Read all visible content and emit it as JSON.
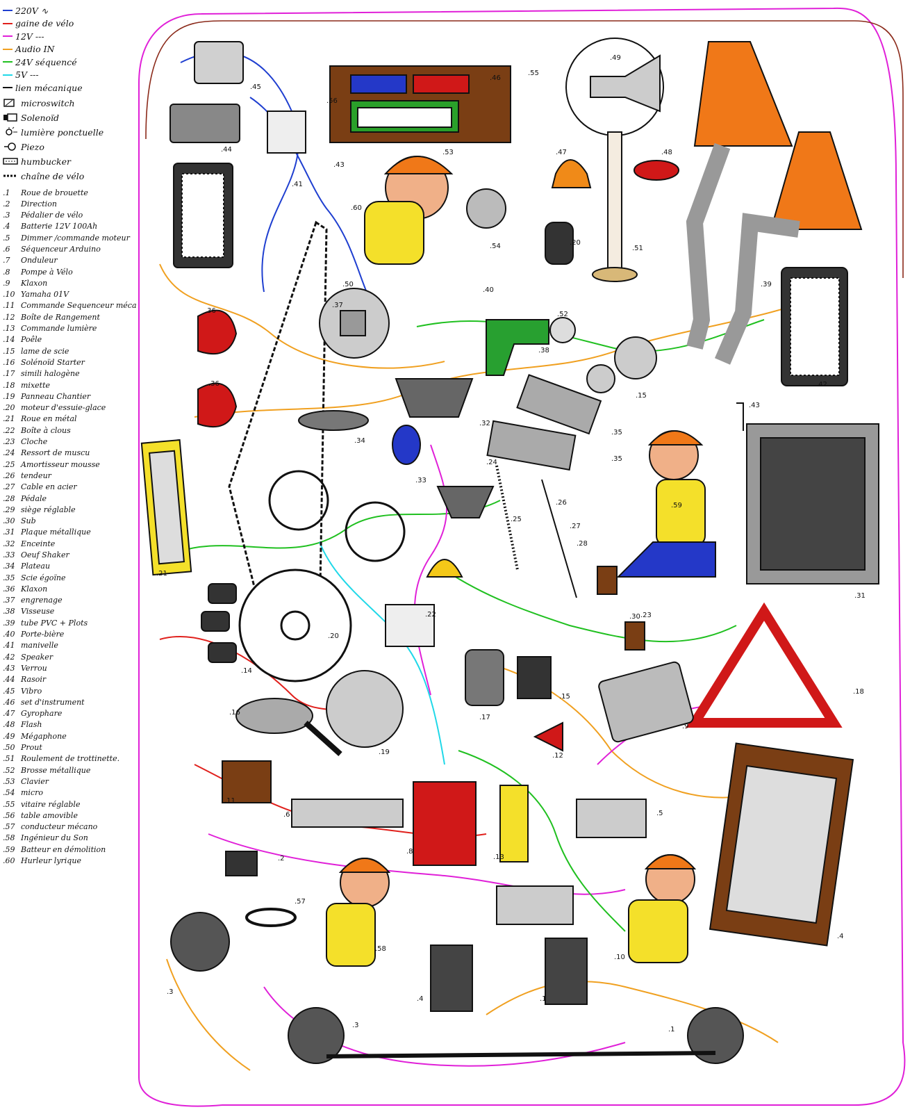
{
  "cable_legend": [
    {
      "label": "220V ∿",
      "color": "#1f3fd0"
    },
    {
      "label": "gaine de vélo",
      "color": "#e0201c"
    },
    {
      "label": "12V ---",
      "color": "#e020d8"
    },
    {
      "label": "Audio IN",
      "color": "#f0a020"
    },
    {
      "label": "24V séquencé",
      "color": "#20c020"
    },
    {
      "label": "5V ---",
      "color": "#20d8e8"
    },
    {
      "label": "lien mécanique",
      "color": "#111111"
    }
  ],
  "symbol_legend": [
    {
      "label": "microswitch",
      "icon": "microswitch-icon"
    },
    {
      "label": "Solenoïd",
      "icon": "solenoid-icon"
    },
    {
      "label": "lumière ponctuelle",
      "icon": "light-icon"
    },
    {
      "label": "Piezo",
      "icon": "piezo-icon"
    },
    {
      "label": "humbucker",
      "icon": "humbucker-icon"
    },
    {
      "label": "chaîne de vélo",
      "icon": "chain-icon"
    }
  ],
  "parts": [
    {
      "n": ".1",
      "label": "Roue de brouette"
    },
    {
      "n": ".2",
      "label": "Direction"
    },
    {
      "n": ".3",
      "label": "Pédalier de vélo"
    },
    {
      "n": ".4",
      "label": "Batterie 12V 100Ah"
    },
    {
      "n": ".5",
      "label": "Dimmer /commande moteur"
    },
    {
      "n": ".6",
      "label": "Séquenceur Arduino"
    },
    {
      "n": ".7",
      "label": "Onduleur"
    },
    {
      "n": ".8",
      "label": "Pompe à Vélo"
    },
    {
      "n": ".9",
      "label": "Klaxon"
    },
    {
      "n": ".10",
      "label": "Yamaha 01V"
    },
    {
      "n": ".11",
      "label": "Commande Sequenceur méca"
    },
    {
      "n": ".12",
      "label": "Boîte de Rangement"
    },
    {
      "n": ".13",
      "label": "Commande lumière"
    },
    {
      "n": ".14",
      "label": "Poêle"
    },
    {
      "n": ".15",
      "label": "lame de scie"
    },
    {
      "n": ".16",
      "label": "Solénoïd Starter"
    },
    {
      "n": ".17",
      "label": "simili halogène"
    },
    {
      "n": ".18",
      "label": "mixette"
    },
    {
      "n": ".19",
      "label": "Panneau Chantier"
    },
    {
      "n": ".20",
      "label": "moteur d'essuie-glace"
    },
    {
      "n": ".21",
      "label": "Roue en métal"
    },
    {
      "n": ".22",
      "label": "Boîte à clous"
    },
    {
      "n": ".23",
      "label": "Cloche"
    },
    {
      "n": ".24",
      "label": "Ressort de muscu"
    },
    {
      "n": ".25",
      "label": "Amortisseur mousse"
    },
    {
      "n": ".26",
      "label": "tendeur"
    },
    {
      "n": ".27",
      "label": "Cable en acier"
    },
    {
      "n": ".28",
      "label": "Pédale"
    },
    {
      "n": ".29",
      "label": "siège réglable"
    },
    {
      "n": ".30",
      "label": "Sub"
    },
    {
      "n": ".31",
      "label": "Plaque métallique"
    },
    {
      "n": ".32",
      "label": "Enceinte"
    },
    {
      "n": ".33",
      "label": "Oeuf Shaker"
    },
    {
      "n": ".34",
      "label": "Plateau"
    },
    {
      "n": ".35",
      "label": "Scie égoïne"
    },
    {
      "n": ".36",
      "label": "Klaxon"
    },
    {
      "n": ".37",
      "label": "engrenage"
    },
    {
      "n": ".38",
      "label": "Visseuse"
    },
    {
      "n": ".39",
      "label": "tube PVC + Plots"
    },
    {
      "n": ".40",
      "label": "Porte-bière"
    },
    {
      "n": ".41",
      "label": "manivelle"
    },
    {
      "n": ".42",
      "label": "Speaker"
    },
    {
      "n": ".43",
      "label": "Verrou"
    },
    {
      "n": ".44",
      "label": "Rasoir"
    },
    {
      "n": ".45",
      "label": "Vibro"
    },
    {
      "n": ".46",
      "label": "set d'instrument"
    },
    {
      "n": ".47",
      "label": "Gyrophare"
    },
    {
      "n": ".48",
      "label": "Flash"
    },
    {
      "n": ".49",
      "label": "Mégaphone"
    },
    {
      "n": ".50",
      "label": "Prout"
    },
    {
      "n": ".51",
      "label": "Roulement de trottinette."
    },
    {
      "n": ".52",
      "label": "Brosse métallique"
    },
    {
      "n": ".53",
      "label": "Clavier"
    },
    {
      "n": ".54",
      "label": "micro"
    },
    {
      "n": ".55",
      "label": "vitaire réglable"
    },
    {
      "n": ".56",
      "label": "table amovible"
    },
    {
      "n": ".57",
      "label": "conducteur mécano"
    },
    {
      "n": ".58",
      "label": "Ingénieur du Son"
    },
    {
      "n": ".59",
      "label": "Batteur en démolition"
    },
    {
      "n": ".60",
      "label": "Hurleur lyrique"
    }
  ],
  "tags": [
    ".45",
    ".44",
    ".46",
    ".55",
    ".56",
    ".53",
    ".43",
    ".41",
    ".60",
    ".54",
    ".49",
    ".47",
    ".48",
    ".20",
    ".51",
    ".39",
    ".42",
    ".50",
    ".40",
    ".37",
    ".52",
    ".38",
    ".36",
    ".36",
    ".32",
    ".34",
    ".33",
    ".35",
    ".35",
    ".15",
    ".43",
    ".59",
    ".24",
    ".22",
    ".25",
    ".26",
    ".27",
    ".28",
    ".23",
    ".30",
    ".31",
    ".21",
    ".20",
    ".14",
    ".16",
    ".17",
    ".15",
    ".19",
    ".18",
    ".9",
    ".12",
    ".11",
    ".6",
    ".8",
    ".13",
    ".5",
    ".2",
    ".57",
    ".58",
    ".10",
    ".4",
    ".4",
    ".1",
    ".3",
    ".3",
    ".1"
  ]
}
